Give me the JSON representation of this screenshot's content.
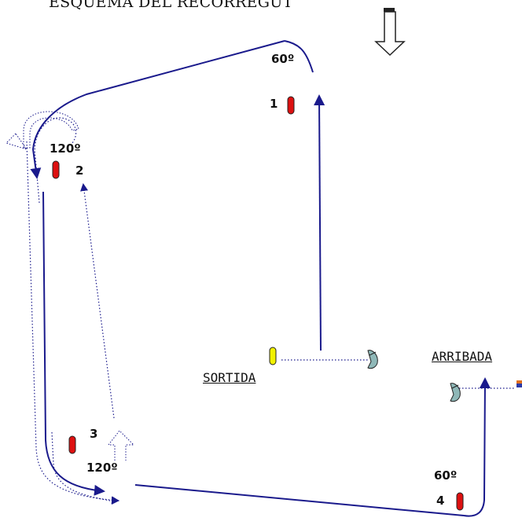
{
  "title": "ESQUEMA DEL RECORREGUT",
  "angles": {
    "a1": "60º",
    "a2": "120º",
    "a3": "120º",
    "a4": "60º"
  },
  "buoys": {
    "b1": "1",
    "b2": "2",
    "b3": "3",
    "b4": "4"
  },
  "start_label": "SORTIDA",
  "finish_label": "ARRIBADA",
  "colors": {
    "route": "#1a1a8c",
    "mark": "#dd1111",
    "start_buoy": "#f2f200",
    "committee": "#8fb8b8"
  },
  "icons": {
    "wind": "wind-direction-arrow-icon",
    "boat": "committee-boat-icon"
  }
}
